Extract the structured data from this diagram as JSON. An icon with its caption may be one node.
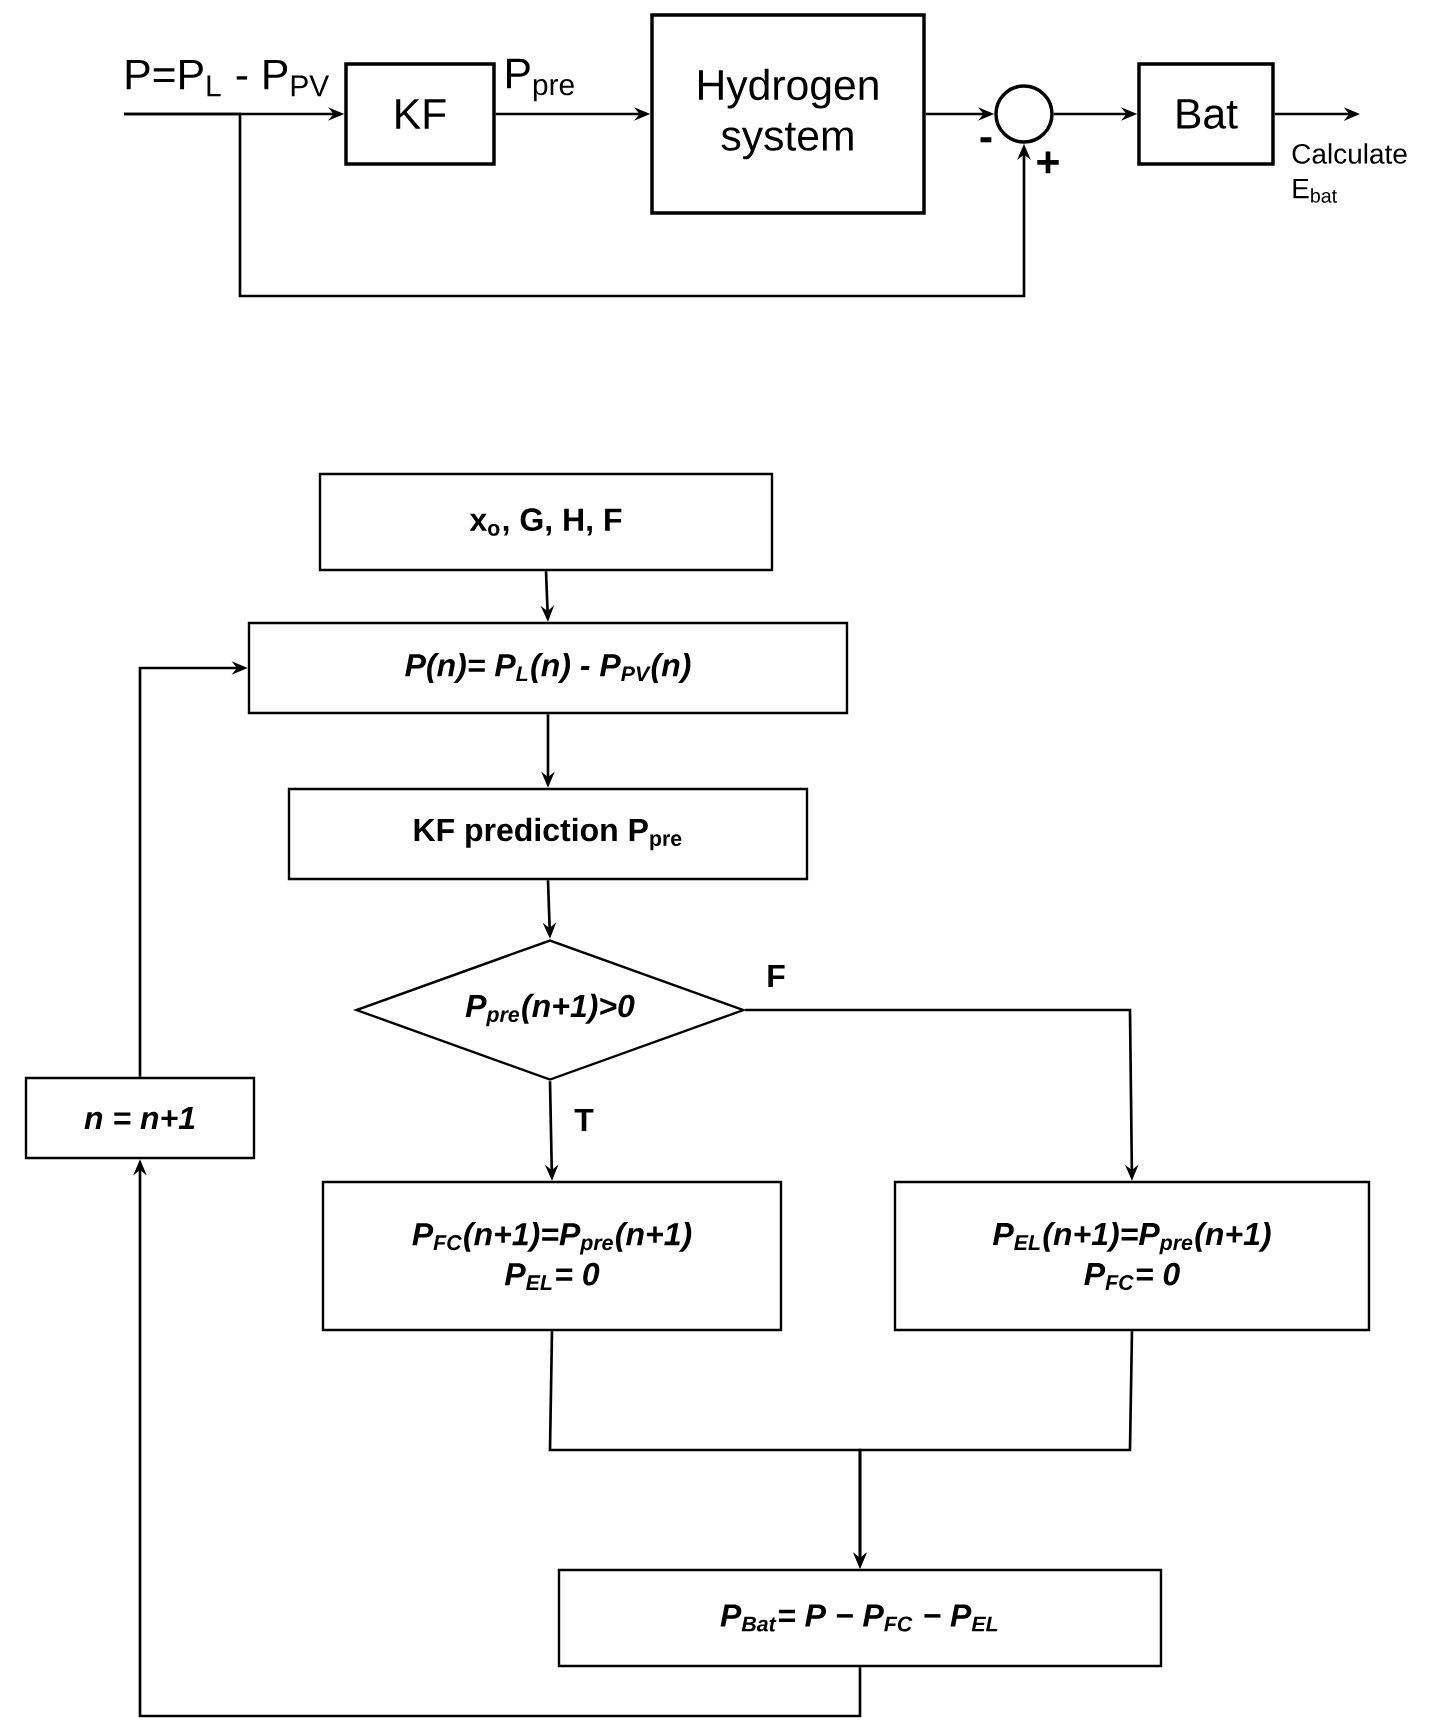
{
  "diagram": {
    "nodes": [
      {
        "text": [
          "KF"
        ]
      },
      {
        "text": [
          "Hydrogen system"
        ]
      },
      {
        "text": [],
        "shape": "circle"
      },
      {
        "text": [
          "Bat"
        ]
      },
      {
        "text": [
          "x$_{o}$, G, H, F"
        ]
      },
      {
        "text": [
          "P(n)= P$_{L}$(n) - P$_{PV}$(n)"
        ]
      },
      {
        "text": [
          "KF prediction P$_{pre}$"
        ]
      },
      {
        "text": [
          "P$_{pre}$(n+1)>0"
        ]
      },
      {
        "text": [
          "n = n+1"
        ]
      },
      {
        "text": [
          "P$_{FC}$(n+1)=P$_{pre}$(n+1)",
          "P$_{EL}$= 0"
        ]
      },
      {
        "text": [
          "P$_{EL}$(n+1)=P$_{pre}$(n+1)",
          "P$_{FC}$= 0"
        ]
      },
      {
        "text": [
          "P$_{Bat}$= P − P$_{FC}$ − P$_{EL}$"
        ]
      }
    ],
    "edges": [
      {
        "from": null,
        "to": 0,
        "arrow": "to",
        "label": "P=P$_{L}$ - P$_{PV}$"
      },
      {
        "from": null,
        "to": 2,
        "arrow": "to",
        "label": "+"
      },
      {
        "from": 0,
        "to": 1,
        "arrow": "to",
        "label": "P$_{pre}$"
      },
      {
        "from": 1,
        "to": 2,
        "arrow": "to",
        "label": "-"
      },
      {
        "from": 2,
        "to": 3,
        "arrow": "to"
      },
      {
        "from": 3,
        "to": null,
        "arrow": "to",
        "label": "Calculate E$_{bat}$"
      },
      {
        "from": 4,
        "to": 5,
        "arrow": "to"
      },
      {
        "from": 5,
        "to": 6,
        "arrow": "to"
      },
      {
        "from": 6,
        "to": 7,
        "arrow": "to"
      },
      {
        "from": 7,
        "to": 10,
        "arrow": "to",
        "label": "F"
      },
      {
        "from": 7,
        "to": 9,
        "arrow": "to",
        "label": "T"
      },
      {
        "from": 9,
        "to": 11,
        "arrow": "to"
      },
      {
        "from": 10,
        "to": 11,
        "arrow": "to"
      },
      {
        "from": 11,
        "to": 8,
        "arrow": "to"
      },
      {
        "from": 8,
        "to": 5,
        "arrow": "to"
      }
    ]
  }
}
